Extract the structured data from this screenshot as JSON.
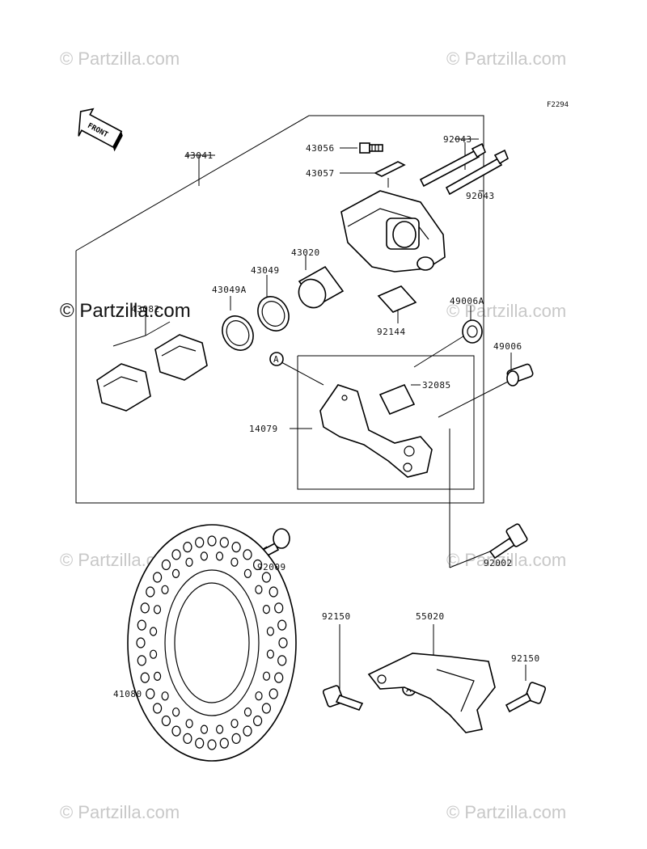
{
  "diagram": {
    "code": "F2294",
    "front_label": "FRONT",
    "ref_a": "A",
    "watermarks": [
      "© Partzilla.com"
    ],
    "parts": {
      "p43041": "43041",
      "p43056": "43056",
      "p43057": "43057",
      "p92043a": "92043",
      "p92043b": "92043",
      "p43020": "43020",
      "p43049": "43049",
      "p43049a": "43049A",
      "p43082": "43082",
      "p92144": "92144",
      "p49006a": "49006A",
      "p49006": "49006",
      "p32085": "32085",
      "p14079": "14079",
      "p92009": "92009",
      "p92002": "92002",
      "p92150a": "92150",
      "p55020": "55020",
      "p92150b": "92150",
      "p41080": "41080"
    }
  }
}
